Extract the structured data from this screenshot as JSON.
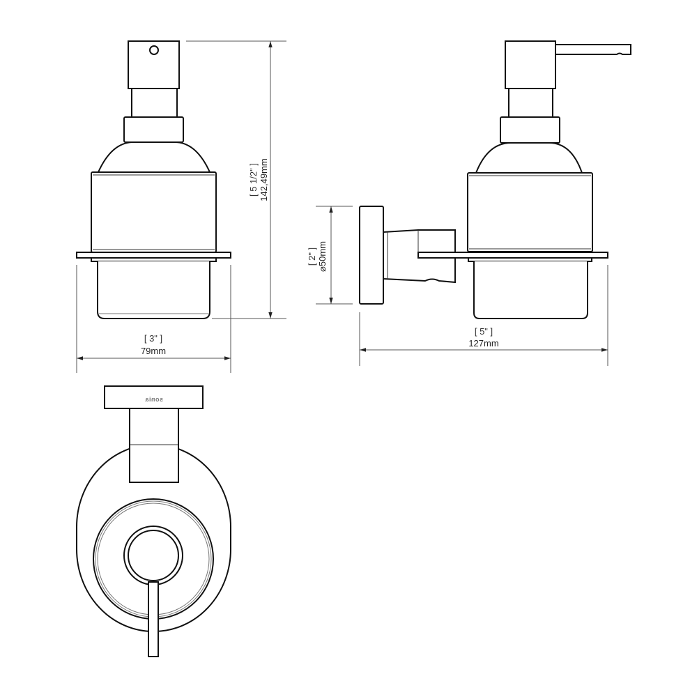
{
  "drawing": {
    "front_view": {
      "height_imperial": "[ 5 1/2\" ]",
      "height_metric": "142,49mm",
      "width_imperial": "[ 3\" ]",
      "width_metric": "79mm"
    },
    "side_view": {
      "plate_imperial": "[ 2\" ]",
      "plate_metric": "⌀50mm",
      "depth_imperial": "[ 5\" ]",
      "depth_metric": "127mm"
    },
    "top_view": {
      "brand_logo": "sonia"
    },
    "colors": {
      "line": "#111111",
      "dimension": "#555555",
      "background": "#ffffff"
    }
  }
}
